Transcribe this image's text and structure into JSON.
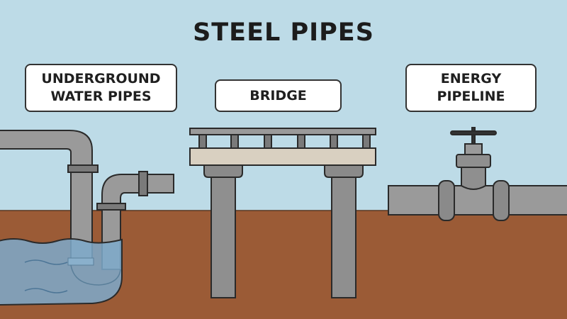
{
  "title": "STEEL PIPES",
  "labels": {
    "water": [
      "UNDERGROUND",
      "WATER PIPES"
    ],
    "bridge": "BRIDGE",
    "energy": [
      "ENERGY",
      "PIPELINE"
    ]
  },
  "colors": {
    "sky": "#bddbe7",
    "ground": "#9b5b36",
    "pipe": "#9a9a9a",
    "water": "#7eaacb",
    "deck": "#d9d0c1"
  }
}
